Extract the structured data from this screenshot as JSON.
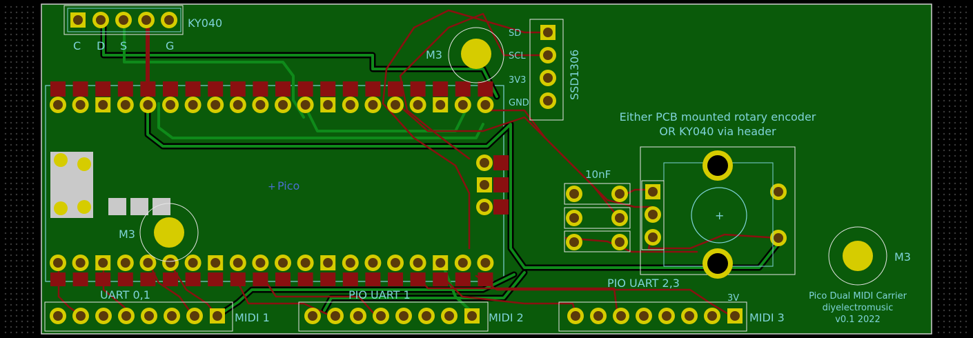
{
  "colors": {
    "board": "#0a5a0a",
    "copper_top": "#8a1010",
    "copper_bottom": "#0f8a1a",
    "silk_cyan": "#7fd3d8",
    "silk_white": "#e6e6e6",
    "pad_gold": "#d6cc00"
  },
  "labels": {
    "ky040": "KY040",
    "ky_pins": [
      "C",
      "D",
      "S",
      "G"
    ],
    "ssd1306": "SSD1306",
    "ssd_pins": [
      "SD",
      "SCL",
      "3V3",
      "GND"
    ],
    "m3_top": "M3",
    "m3_mid": "M3",
    "m3_right": "M3",
    "pico": "Pico",
    "pico_plus": "+",
    "encoder_note_line1": "Either PCB mounted rotary encoder",
    "encoder_note_line2": "OR KY040 via header",
    "cap": "10nF",
    "pio_uart_23": "PIO UART 2,3",
    "pio_uart_1": "PIO UART 1",
    "uart_01": "UART 0,1",
    "v3": "3V",
    "midi1": "MIDI 1",
    "midi2": "MIDI 2",
    "midi3": "MIDI 3",
    "credit_line1": "Pico Dual MIDI Carrier",
    "credit_line2": "diyelectromusic",
    "credit_line3": "v0.1 2022"
  }
}
